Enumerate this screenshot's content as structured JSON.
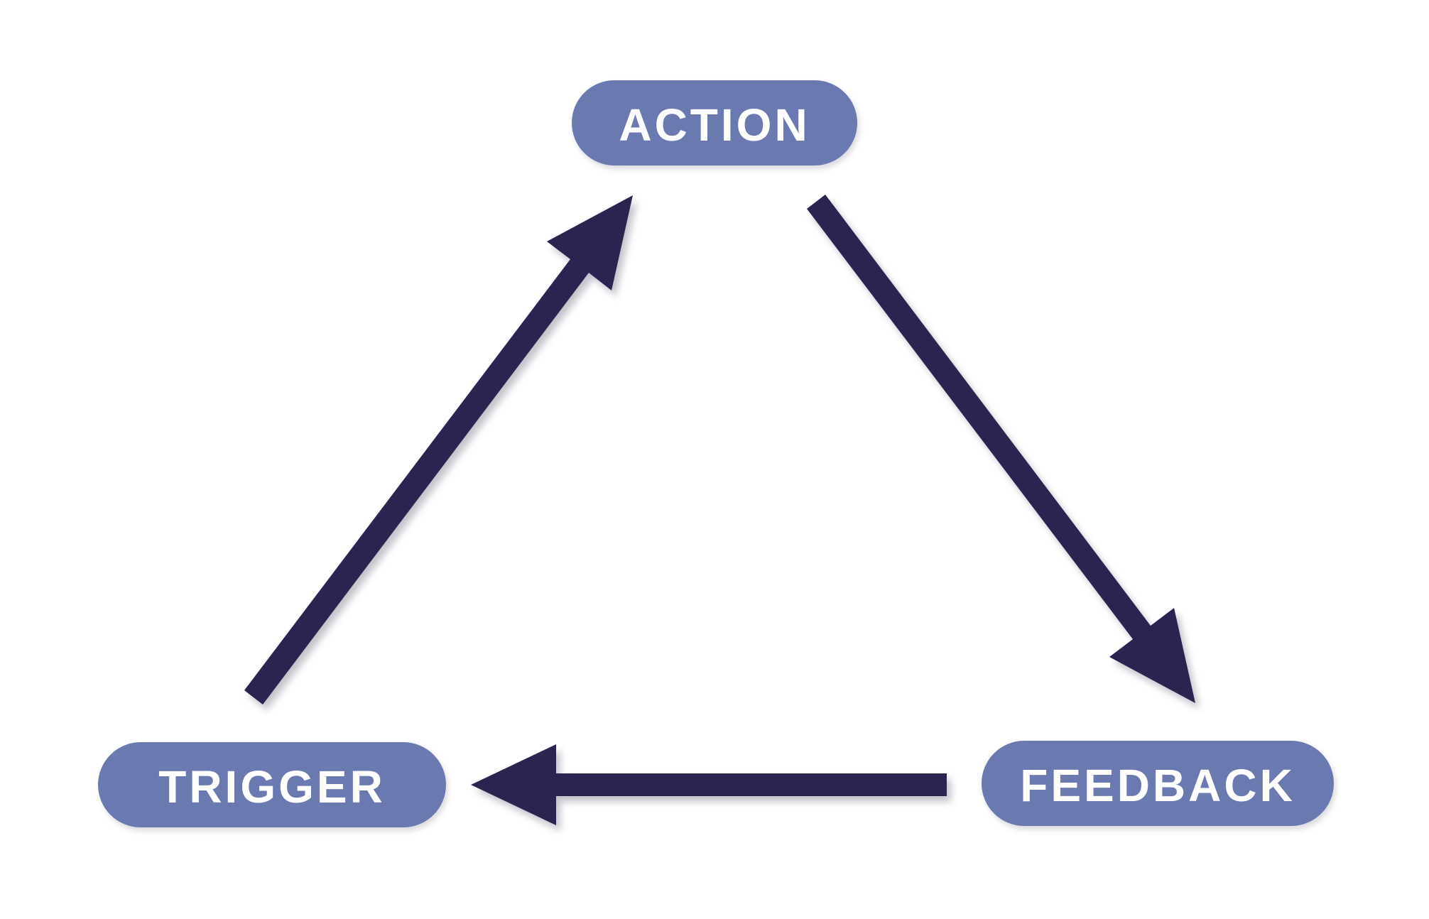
{
  "diagram": {
    "type": "cycle",
    "background_color": "#ffffff",
    "node_fill_color": "#6b79b1",
    "node_text_color": "#ffffff",
    "arrow_color": "#2b2350",
    "nodes": [
      {
        "id": "action",
        "label": "ACTION",
        "position": "top-center"
      },
      {
        "id": "trigger",
        "label": "TRIGGER",
        "position": "bottom-left"
      },
      {
        "id": "feedback",
        "label": "FEEDBACK",
        "position": "bottom-right"
      }
    ],
    "edges": [
      {
        "from": "trigger",
        "to": "action"
      },
      {
        "from": "action",
        "to": "feedback"
      },
      {
        "from": "feedback",
        "to": "trigger"
      }
    ]
  }
}
